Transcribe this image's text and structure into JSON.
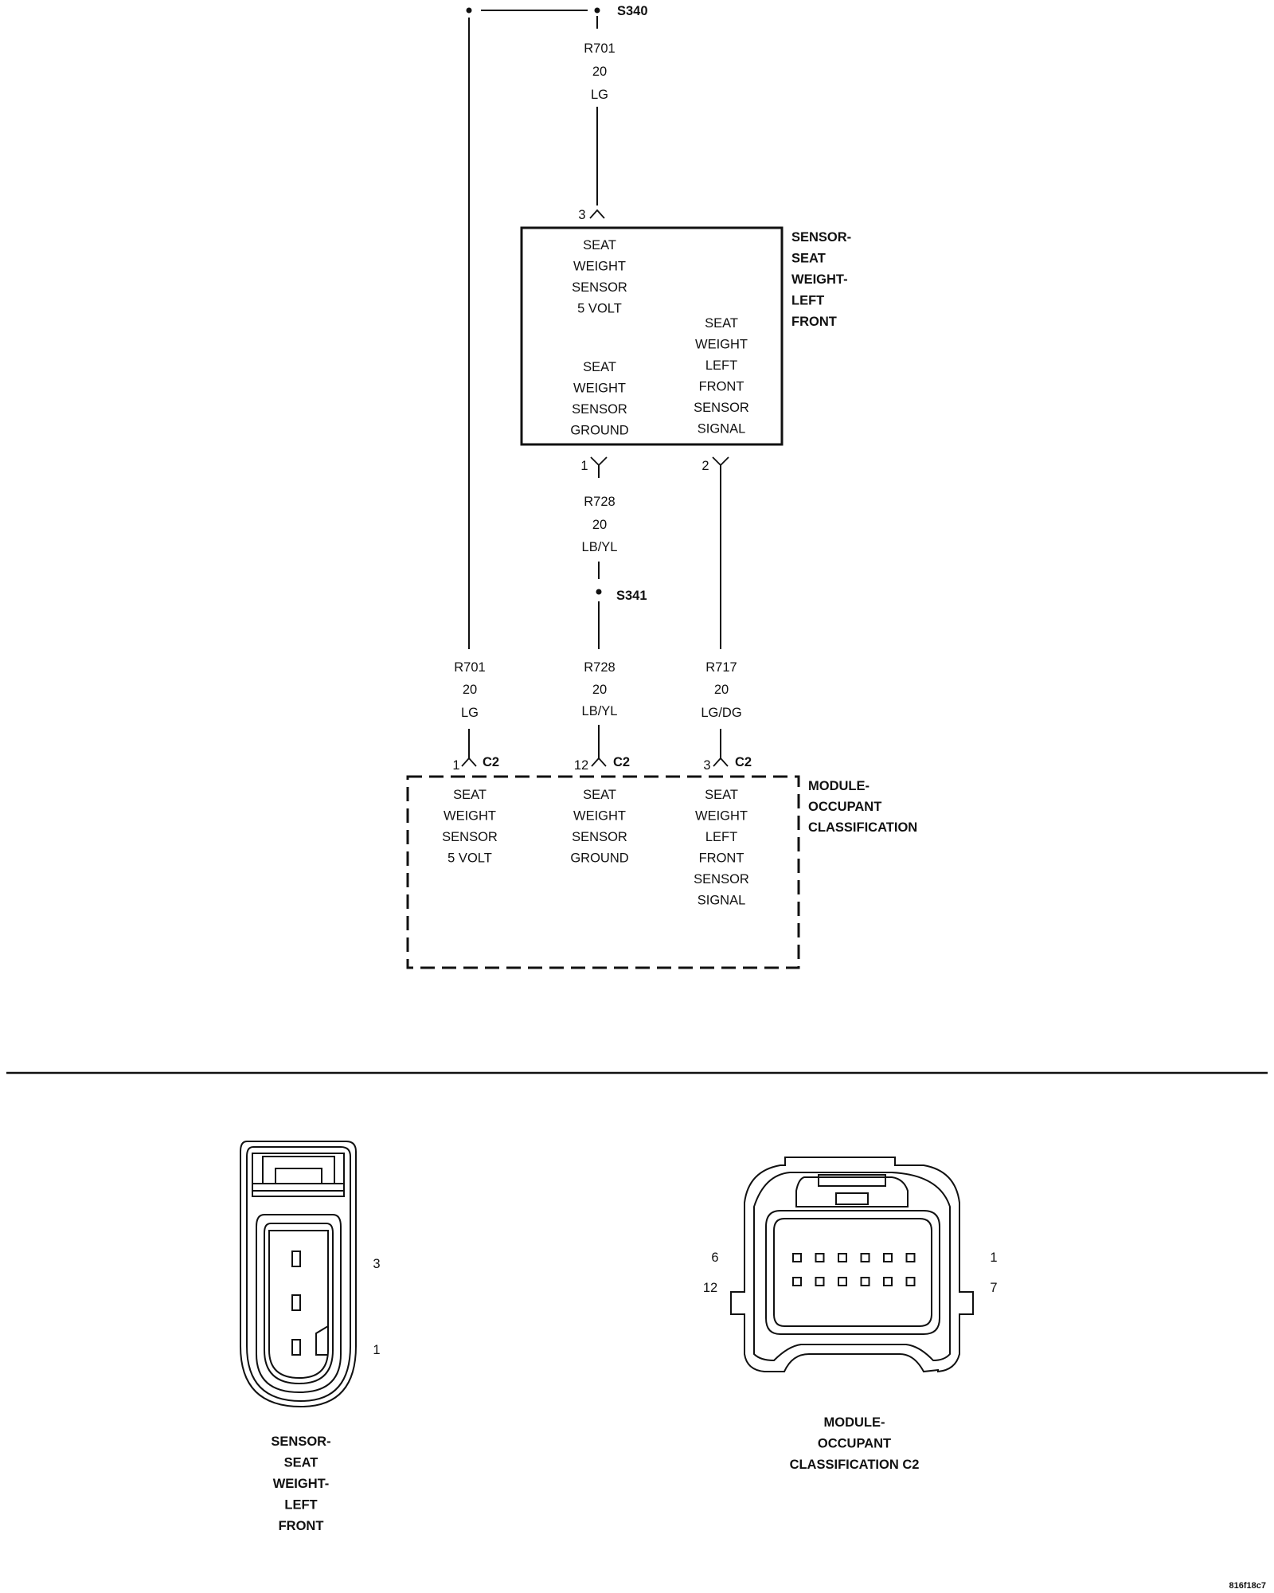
{
  "splices": {
    "s340": "S340",
    "s341": "S341"
  },
  "wires": {
    "top": {
      "circuit": "R701",
      "gauge": "20",
      "color": "LG"
    },
    "mid": {
      "circuit": "R728",
      "gauge": "20",
      "color": "LB/YL"
    },
    "lower_left": {
      "circuit": "R701",
      "gauge": "20",
      "color": "LG"
    },
    "lower_mid": {
      "circuit": "R728",
      "gauge": "20",
      "color": "LB/YL"
    },
    "lower_right": {
      "circuit": "R717",
      "gauge": "20",
      "color": "LG/DG"
    }
  },
  "sensor": {
    "pins": {
      "p3": "3",
      "p1": "1",
      "p2": "2"
    },
    "name_lines": [
      "SENSOR-",
      "SEAT",
      "WEIGHT-",
      "LEFT",
      "FRONT"
    ],
    "func_5v": [
      "SEAT",
      "WEIGHT",
      "SENSOR",
      "5 VOLT"
    ],
    "func_gnd": [
      "SEAT",
      "WEIGHT",
      "SENSOR",
      "GROUND"
    ],
    "func_sig": [
      "SEAT",
      "WEIGHT",
      "LEFT",
      "FRONT",
      "SENSOR",
      "SIGNAL"
    ]
  },
  "module": {
    "pins": {
      "p1": "1",
      "p12": "12",
      "p3": "3"
    },
    "connector": "C2",
    "name_lines": [
      "MODULE-",
      "OCCUPANT",
      "CLASSIFICATION"
    ],
    "func_5v": [
      "SEAT",
      "WEIGHT",
      "SENSOR",
      "5 VOLT"
    ],
    "func_gnd": [
      "SEAT",
      "WEIGHT",
      "SENSOR",
      "GROUND"
    ],
    "func_sig": [
      "SEAT",
      "WEIGHT",
      "LEFT",
      "FRONT",
      "SENSOR",
      "SIGNAL"
    ]
  },
  "connector_views": {
    "sensor": {
      "pin_top": "3",
      "pin_bottom": "1",
      "caption": [
        "SENSOR-",
        "SEAT",
        "WEIGHT-",
        "LEFT",
        "FRONT"
      ]
    },
    "module": {
      "pin_left_top": "6",
      "pin_left_bottom": "12",
      "pin_right_top": "1",
      "pin_right_bottom": "7",
      "caption": [
        "MODULE-",
        "OCCUPANT",
        "CLASSIFICATION C2"
      ]
    }
  },
  "figure_id": "816f18c7"
}
